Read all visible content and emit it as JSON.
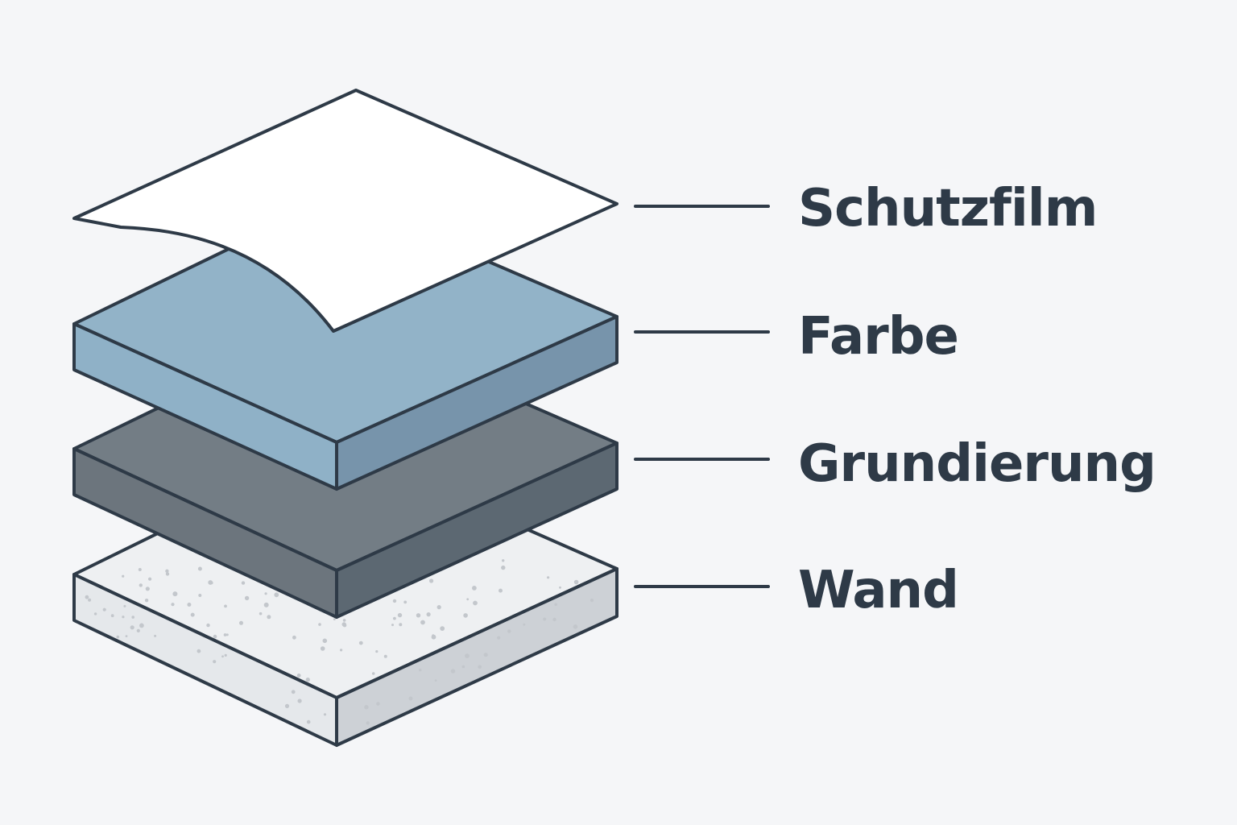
{
  "diagram": {
    "layers": [
      {
        "id": "schutzfilm",
        "label": "Schutzfilm"
      },
      {
        "id": "farbe",
        "label": "Farbe"
      },
      {
        "id": "grundierung",
        "label": "Grundierung"
      },
      {
        "id": "wand",
        "label": "Wand"
      }
    ]
  },
  "colors": {
    "background": "#f5f6f8",
    "outline": "#2e3a47",
    "label_text": "#2e3a47",
    "film_top": "#ffffff",
    "paint_top": "#92b3c8",
    "paint_front": "#8fb1c7",
    "paint_side": "#7794ab",
    "primer_top": "#737d85",
    "primer_front": "#6c757d",
    "primer_side": "#5c6872",
    "wall_top": "#eef0f2",
    "wall_front": "#e5e8eb",
    "wall_side": "#cdd1d6",
    "speckle": "#c3c7cc"
  }
}
